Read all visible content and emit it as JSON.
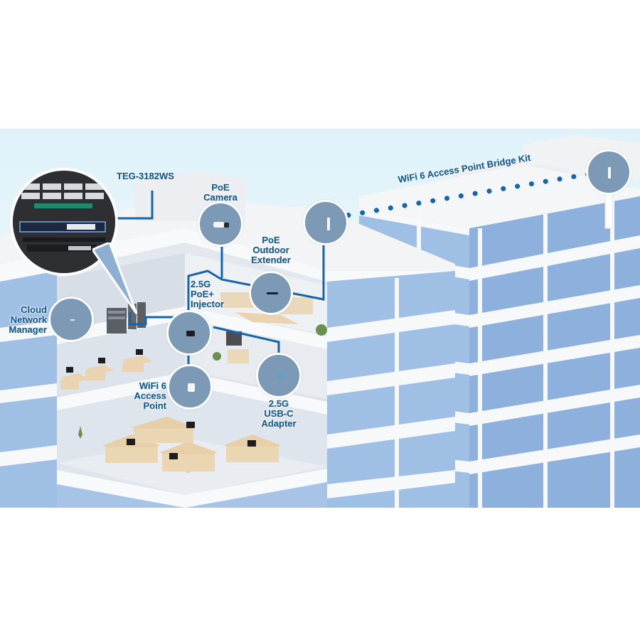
{
  "diagram": {
    "title": "Network deployment illustration",
    "colors": {
      "sky": "#dff2fa",
      "glass": "#9bbbe2",
      "glass_dark": "#8aaedc",
      "building_white": "#f7f8fa",
      "cable": "#1565a8",
      "label": "#1a5e8e",
      "bubble_fill": "#7c9ab5",
      "bubble_border": "#ffffff",
      "desk_wood": "#e9d3b0"
    },
    "labels": {
      "switch": "TEG-3182WS",
      "camera_line1": "PoE",
      "camera_line2": "Camera",
      "extender_line1": "PoE",
      "extender_line2": "Outdoor",
      "extender_line3": "Extender",
      "injector_line1": "2.5G",
      "injector_line2": "PoE+",
      "injector_line3": "Injector",
      "cloud_line1": "Cloud",
      "cloud_line2": "Network",
      "cloud_line3": "Manager",
      "ap_line1": "WiFi 6",
      "ap_line2": "Access",
      "ap_line3": "Point",
      "usb_line1": "2.5G",
      "usb_line2": "USB-C",
      "usb_line3": "Adapter",
      "bridge": "WiFi 6 Access Point Bridge Kit"
    },
    "nodes": [
      {
        "id": "switch-rack",
        "label": "TEG-3182WS",
        "icon": "network-switch-rack"
      },
      {
        "id": "poe-camera",
        "label": "PoE Camera",
        "icon": "bullet-camera"
      },
      {
        "id": "poe-outdoor-extender",
        "label": "PoE Outdoor Extender",
        "icon": "extender-device"
      },
      {
        "id": "poe-injector",
        "label": "2.5G PoE+ Injector",
        "icon": "injector-device"
      },
      {
        "id": "cloud-network-manager",
        "label": "Cloud Network Manager",
        "icon": "cloud-manager-device"
      },
      {
        "id": "wifi6-access-point",
        "label": "WiFi 6 Access Point",
        "icon": "access-point"
      },
      {
        "id": "usb-c-adapter",
        "label": "2.5G USB-C Adapter",
        "icon": "usb-adapter"
      },
      {
        "id": "bridge-near",
        "label": "WiFi 6 Access Point Bridge Kit",
        "icon": "bridge-antenna"
      },
      {
        "id": "bridge-far",
        "label": "WiFi 6 Access Point Bridge Kit",
        "icon": "bridge-antenna"
      }
    ]
  }
}
